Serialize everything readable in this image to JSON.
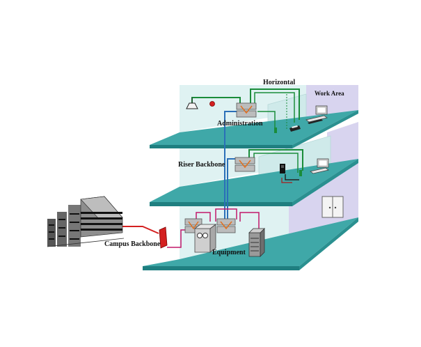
{
  "labels": {
    "horizontal": "Horizontal",
    "work_area": "Work Area",
    "administration": "Administration",
    "riser_backbone": "Riser Backbone",
    "campus_backbone": "Campus Backbone",
    "equipment": "Equipment"
  },
  "colors": {
    "floor": "#3fa8a8",
    "floor_edge": "#1f7f80",
    "wall_light": "#dff2f2",
    "wall_lavender": "#d8d4ef",
    "horizontal_cable": "#1a8c3a",
    "riser_cable": "#2a6fb8",
    "campus_cable": "#d42020",
    "equipment_cable": "#c2186a",
    "patch_panel_accent": "#e07020"
  },
  "icons": [
    "building-icon",
    "patch-panel-icon",
    "computer-icon",
    "telephone-icon",
    "wall-outlet-icon",
    "ceiling-lamp-icon",
    "cabinet-icon",
    "server-rack-icon",
    "door-icon"
  ]
}
